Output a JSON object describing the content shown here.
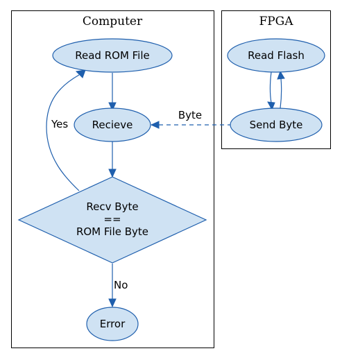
{
  "clusters": {
    "computer": {
      "label": "Computer"
    },
    "fpga": {
      "label": "FPGA"
    }
  },
  "nodes": {
    "read_rom_file": "Read ROM File",
    "recieve": "Recieve",
    "compare": [
      "Recv Byte",
      "==",
      "ROM File Byte"
    ],
    "error": "Error",
    "read_flash": "Read Flash",
    "send_byte": "Send Byte"
  },
  "edges": {
    "byte": "Byte",
    "yes": "Yes",
    "no": "No"
  },
  "colors": {
    "node_fill": "#cfe2f3",
    "node_stroke": "#1f5fad",
    "edge": "#1f5fad",
    "cluster_border": "#000000"
  }
}
